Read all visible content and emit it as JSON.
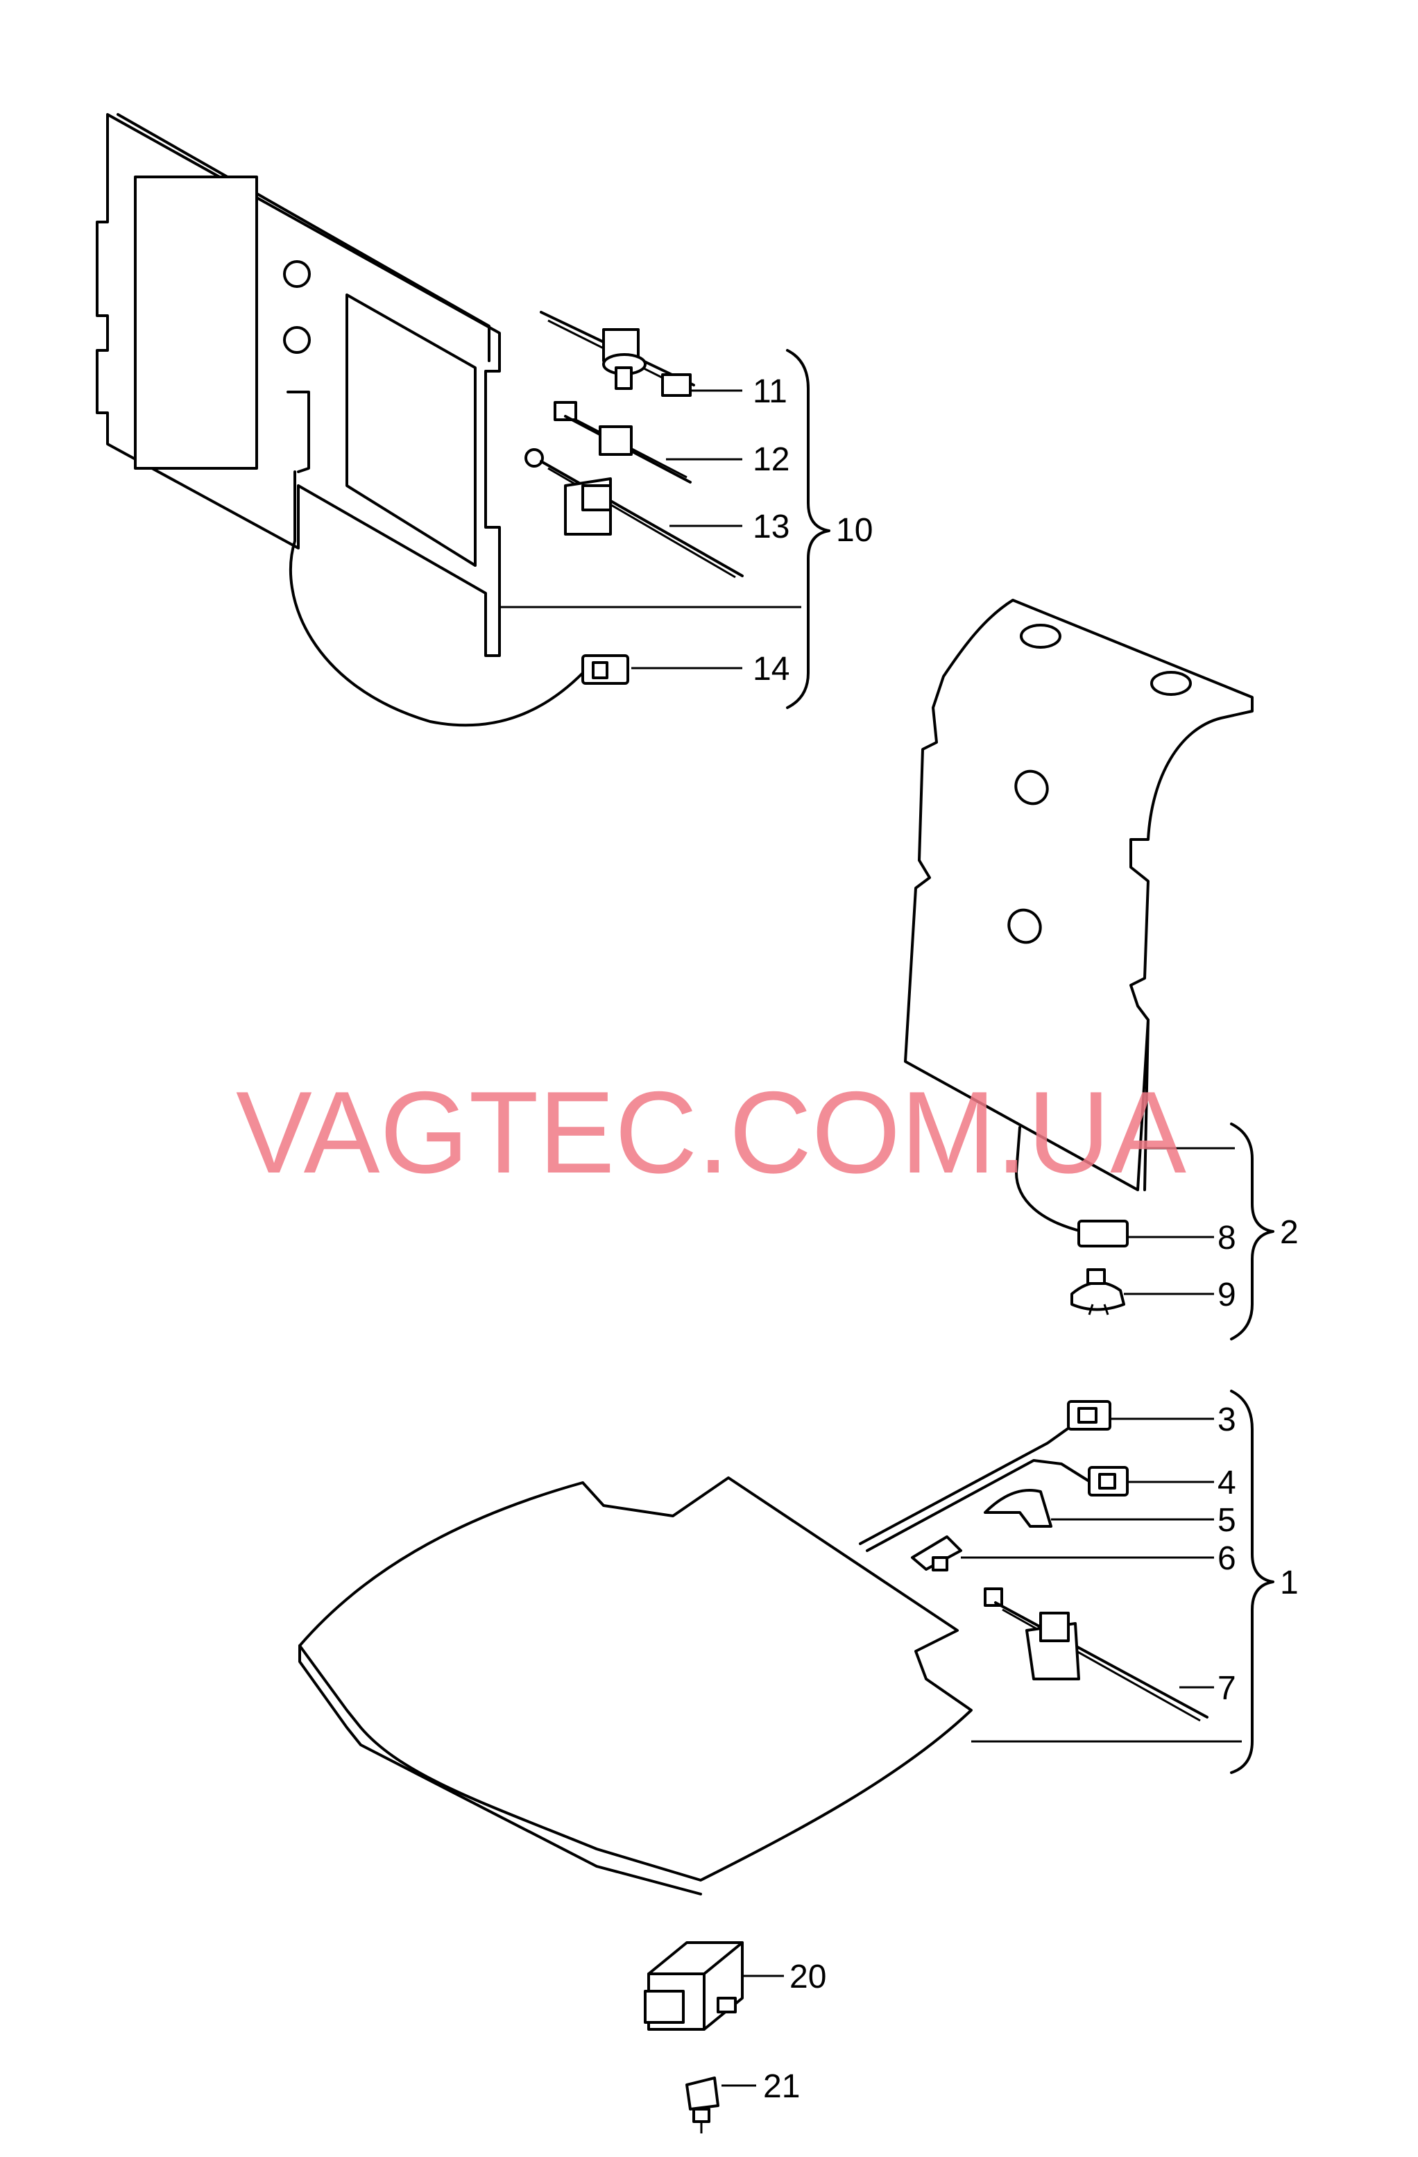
{
  "watermark": "VAGTEC.COM.UA",
  "callouts": {
    "c1": "1",
    "c2": "2",
    "c3": "3",
    "c4": "4",
    "c5": "5",
    "c6": "6",
    "c7": "7",
    "c8": "8",
    "c9": "9",
    "c10": "10",
    "c11": "11",
    "c12": "12",
    "c13": "13",
    "c14": "14",
    "c20": "20",
    "c21": "21"
  }
}
